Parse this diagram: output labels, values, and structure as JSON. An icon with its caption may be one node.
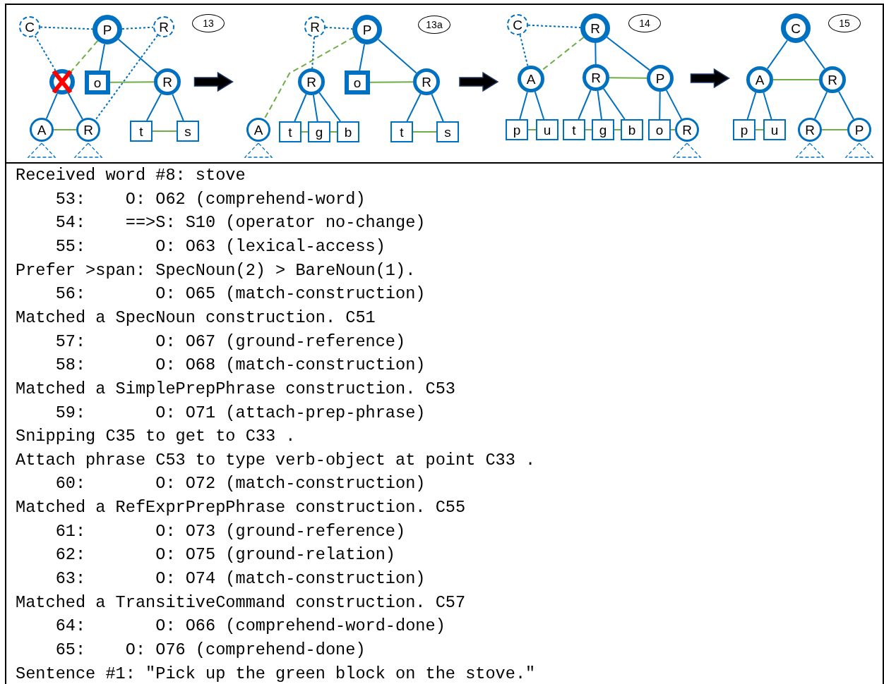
{
  "diagram": {
    "nodes": [
      {
        "text": [
          "C"
        ]
      },
      {
        "text": [
          "P"
        ]
      },
      {
        "text": [
          "R"
        ]
      },
      {
        "text": [
          "13"
        ]
      },
      {
        "text": [],
        "shape": "circle"
      },
      {
        "text": [
          "o"
        ]
      },
      {
        "text": [
          "R"
        ]
      },
      {
        "text": [
          "A"
        ]
      },
      {
        "text": [
          "R"
        ]
      },
      {
        "text": [
          "t"
        ]
      },
      {
        "text": [
          "s"
        ]
      },
      {
        "text": [],
        "shape": "triangle"
      },
      {
        "text": [],
        "shape": "triangle"
      },
      {
        "text": [
          "R"
        ]
      },
      {
        "text": [
          "P"
        ]
      },
      {
        "text": [
          "13a"
        ]
      },
      {
        "text": [
          "R"
        ]
      },
      {
        "text": [
          "o"
        ]
      },
      {
        "text": [
          "R"
        ]
      },
      {
        "text": [
          "A"
        ]
      },
      {
        "text": [
          "t"
        ]
      },
      {
        "text": [
          "g"
        ]
      },
      {
        "text": [
          "b"
        ]
      },
      {
        "text": [
          "t"
        ]
      },
      {
        "text": [
          "s"
        ]
      },
      {
        "text": [],
        "shape": "triangle"
      },
      {
        "text": [
          "C"
        ]
      },
      {
        "text": [
          "R"
        ]
      },
      {
        "text": [
          "14"
        ]
      },
      {
        "text": [
          "A"
        ]
      },
      {
        "text": [
          "R"
        ]
      },
      {
        "text": [
          "P"
        ]
      },
      {
        "text": [
          "p"
        ]
      },
      {
        "text": [
          "u"
        ]
      },
      {
        "text": [
          "t"
        ]
      },
      {
        "text": [
          "g"
        ]
      },
      {
        "text": [
          "b"
        ]
      },
      {
        "text": [
          "o"
        ]
      },
      {
        "text": [
          "R"
        ]
      },
      {
        "text": [],
        "shape": "triangle"
      },
      {
        "text": [
          "C"
        ]
      },
      {
        "text": [
          "15"
        ]
      },
      {
        "text": [
          "A"
        ]
      },
      {
        "text": [
          "R"
        ]
      },
      {
        "text": [
          "p"
        ]
      },
      {
        "text": [
          "u"
        ]
      },
      {
        "text": [
          "R"
        ]
      },
      {
        "text": [
          "P"
        ]
      },
      {
        "text": [],
        "shape": "triangle"
      },
      {
        "text": [],
        "shape": "triangle"
      }
    ],
    "edges": [
      {
        "from": 0,
        "to": 1,
        "arrow": "none",
        "style": "dashed"
      },
      {
        "from": 1,
        "to": 2,
        "arrow": "none",
        "style": "dashed"
      },
      {
        "from": 0,
        "to": 4,
        "arrow": "none",
        "style": "dashed"
      },
      {
        "from": 2,
        "to": 8,
        "arrow": "none",
        "style": "dashed"
      },
      {
        "from": 1,
        "to": 4,
        "arrow": "none",
        "style": "dashed",
        "color": "#70ad47"
      },
      {
        "from": 1,
        "to": 5,
        "arrow": "none"
      },
      {
        "from": 1,
        "to": 6,
        "arrow": "none"
      },
      {
        "from": 5,
        "to": 6,
        "arrow": "none",
        "color": "#70ad47"
      },
      {
        "from": 4,
        "to": 7,
        "arrow": "none"
      },
      {
        "from": 4,
        "to": 8,
        "arrow": "none"
      },
      {
        "from": 7,
        "to": 8,
        "arrow": "none",
        "color": "#70ad47"
      },
      {
        "from": 6,
        "to": 9,
        "arrow": "none"
      },
      {
        "from": 6,
        "to": 10,
        "arrow": "none"
      },
      {
        "from": 9,
        "to": 10,
        "arrow": "none",
        "color": "#70ad47"
      },
      {
        "from": 13,
        "to": 14,
        "arrow": "none",
        "style": "dashed"
      },
      {
        "from": 13,
        "to": 16,
        "arrow": "none",
        "style": "dashed"
      },
      {
        "from": 14,
        "to": 19,
        "arrow": "none",
        "style": "dashed",
        "color": "#70ad47"
      },
      {
        "from": 14,
        "to": 17,
        "arrow": "none"
      },
      {
        "from": 14,
        "to": 18,
        "arrow": "none"
      },
      {
        "from": 17,
        "to": 18,
        "arrow": "none",
        "color": "#70ad47"
      },
      {
        "from": 16,
        "to": 20,
        "arrow": "none"
      },
      {
        "from": 16,
        "to": 21,
        "arrow": "none"
      },
      {
        "from": 16,
        "to": 22,
        "arrow": "none"
      },
      {
        "from": 20,
        "to": 21,
        "arrow": "none",
        "color": "#70ad47"
      },
      {
        "from": 21,
        "to": 22,
        "arrow": "none",
        "color": "#70ad47"
      },
      {
        "from": 18,
        "to": 23,
        "arrow": "none"
      },
      {
        "from": 18,
        "to": 24,
        "arrow": "none"
      },
      {
        "from": 23,
        "to": 24,
        "arrow": "none",
        "color": "#70ad47"
      },
      {
        "from": 26,
        "to": 27,
        "arrow": "none",
        "style": "dashed"
      },
      {
        "from": 26,
        "to": 29,
        "arrow": "none",
        "style": "dashed"
      },
      {
        "from": 27,
        "to": 29,
        "arrow": "none",
        "style": "dashed",
        "color": "#70ad47"
      },
      {
        "from": 27,
        "to": 30,
        "arrow": "none"
      },
      {
        "from": 27,
        "to": 31,
        "arrow": "none"
      },
      {
        "from": 30,
        "to": 31,
        "arrow": "none",
        "color": "#70ad47"
      },
      {
        "from": 29,
        "to": 32,
        "arrow": "none"
      },
      {
        "from": 29,
        "to": 33,
        "arrow": "none"
      },
      {
        "from": 32,
        "to": 33,
        "arrow": "none",
        "color": "#70ad47"
      },
      {
        "from": 30,
        "to": 34,
        "arrow": "none"
      },
      {
        "from": 30,
        "to": 35,
        "arrow": "none"
      },
      {
        "from": 30,
        "to": 36,
        "arrow": "none"
      },
      {
        "from": 34,
        "to": 35,
        "arrow": "none",
        "color": "#70ad47"
      },
      {
        "from": 35,
        "to": 36,
        "arrow": "none",
        "color": "#70ad47"
      },
      {
        "from": 31,
        "to": 37,
        "arrow": "none"
      },
      {
        "from": 31,
        "to": 38,
        "arrow": "none"
      },
      {
        "from": 37,
        "to": 38,
        "arrow": "none",
        "color": "#70ad47"
      },
      {
        "from": 40,
        "to": 42,
        "arrow": "none"
      },
      {
        "from": 40,
        "to": 43,
        "arrow": "none"
      },
      {
        "from": 42,
        "to": 43,
        "arrow": "none",
        "color": "#70ad47"
      },
      {
        "from": 42,
        "to": 44,
        "arrow": "none"
      },
      {
        "from": 42,
        "to": 45,
        "arrow": "none"
      },
      {
        "from": 44,
        "to": 45,
        "arrow": "none",
        "color": "#70ad47"
      },
      {
        "from": 43,
        "to": 46,
        "arrow": "none"
      },
      {
        "from": 43,
        "to": 47,
        "arrow": "none"
      },
      {
        "from": 46,
        "to": 47,
        "arrow": "none",
        "color": "#70ad47"
      },
      {
        "from": 6,
        "to": 19,
        "arrow": "to",
        "style": "thick",
        "color": "#000000"
      },
      {
        "from": 18,
        "to": 29,
        "arrow": "to",
        "style": "thick",
        "color": "#000000"
      },
      {
        "from": 31,
        "to": 42,
        "arrow": "to",
        "style": "thick",
        "color": "#000000"
      }
    ],
    "labels": [
      "Received word #8: stove",
      "    53:    O: O62 (comprehend-word)",
      "    54:    ==>S: S10 (operator no-change)",
      "    55:       O: O63 (lexical-access)",
      "Prefer >span: SpecNoun(2) > BareNoun(1).",
      "    56:       O: O65 (match-construction)",
      "Matched a SpecNoun construction. C51",
      "    57:       O: O67 (ground-reference)",
      "    58:       O: O68 (match-construction)",
      "Matched a SimplePrepPhrase construction. C53",
      "    59:       O: O71 (attach-prep-phrase)",
      "Snipping C35 to get to C33 .",
      "Attach phrase C53 to type verb-object at point C33 .",
      "    60:       O: O72 (match-construction)",
      "Matched a RefExprPrepPhrase construction. C55",
      "    61:       O: O73 (ground-reference)",
      "    62:       O: O75 (ground-relation)",
      "    63:       O: O74 (match-construction)",
      "Matched a TransitiveCommand construction. C57",
      "    64:       O: O66 (comprehend-word-done)",
      "    65:    O: O76 (comprehend-done)",
      "Sentence #1: \"Pick up the green block on the stove.\""
    ]
  }
}
